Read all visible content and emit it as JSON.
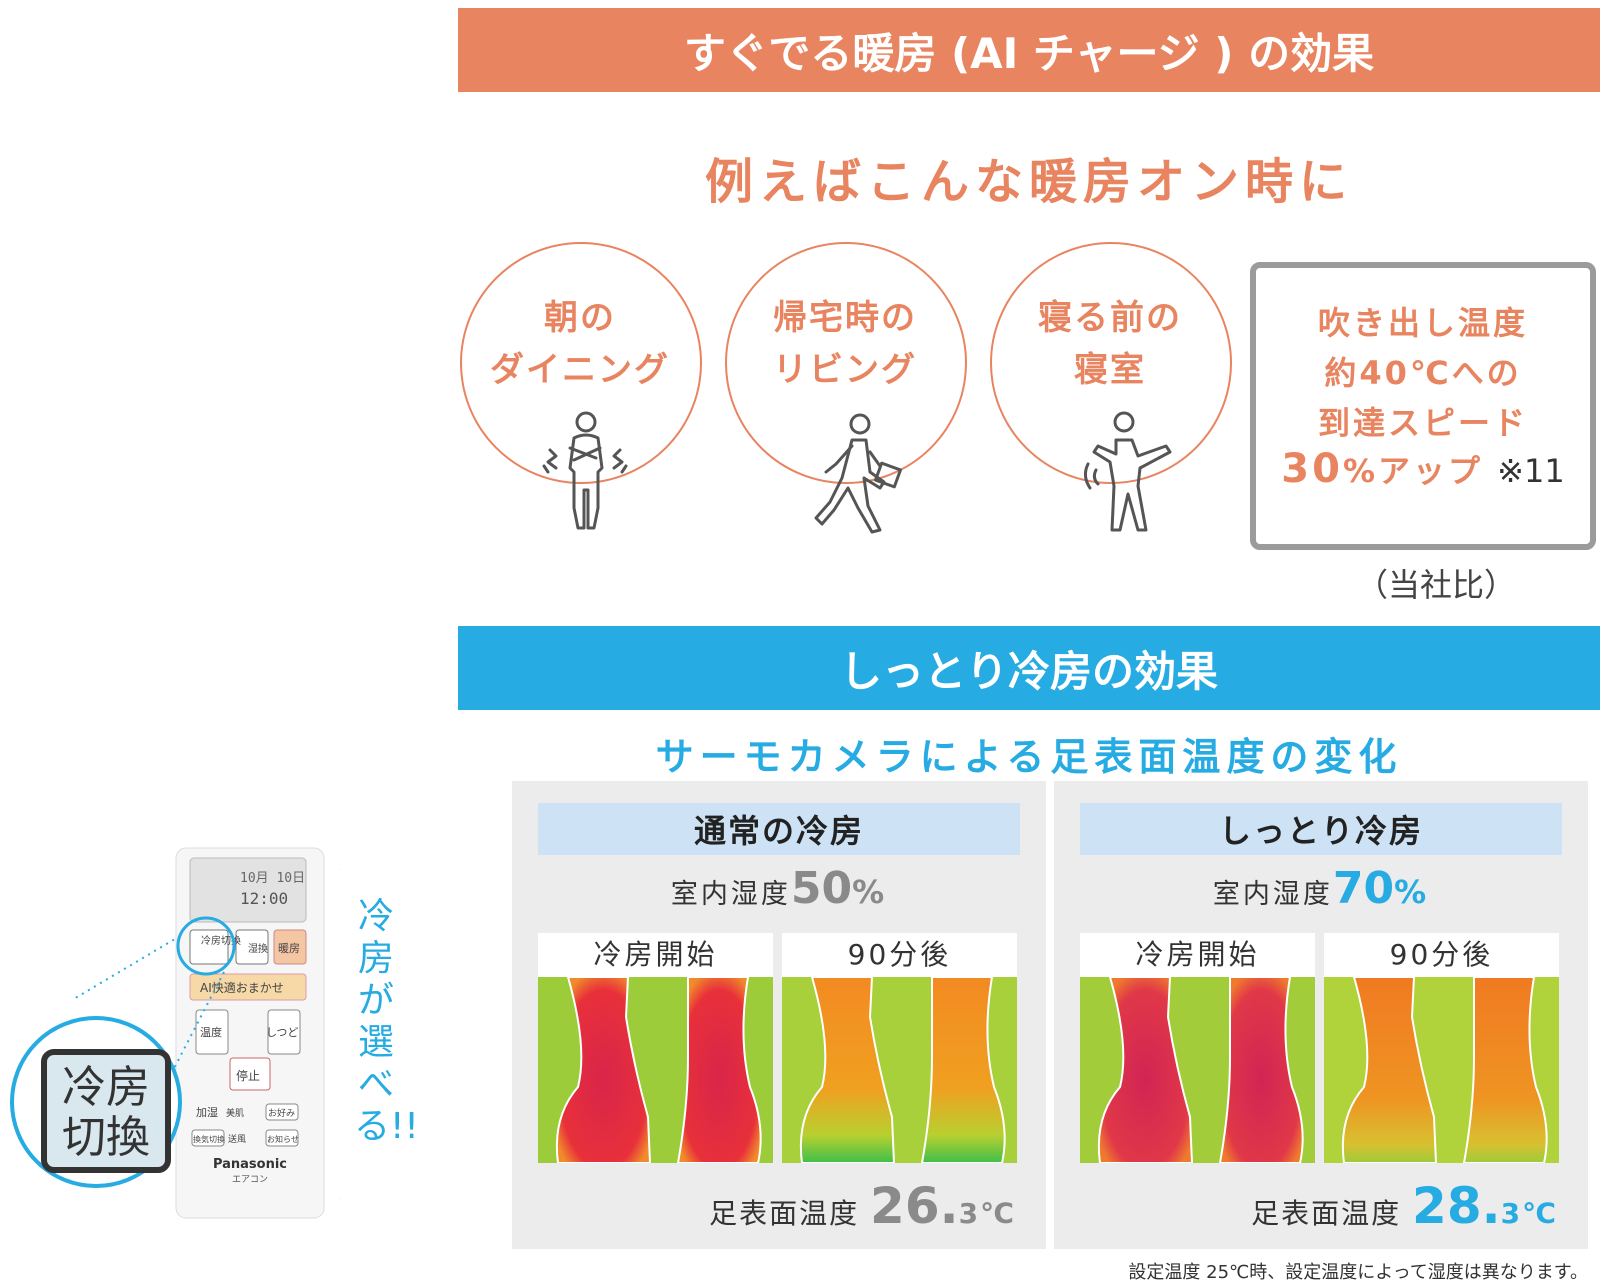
{
  "heating": {
    "banner": "すぐでる暖房 (AI チャージ ) の効果",
    "subtitle": "例えばこんな暖房オン時に",
    "scenes": [
      {
        "line1": "朝の",
        "line2": "ダイニング",
        "icon": "shivering-person-icon"
      },
      {
        "line1": "帰宅時の",
        "line2": "リビング",
        "icon": "walking-person-with-bag-icon"
      },
      {
        "line1": "寝る前の",
        "line2": "寝室",
        "icon": "waving-person-icon"
      }
    ],
    "result": {
      "line1": "吹き出し温度",
      "line2": "約40℃への",
      "line3": "到達スピード",
      "value": "30",
      "value_suffix": "%アップ",
      "footnote_mark": "※11"
    },
    "comparison_note": "（当社比）"
  },
  "cooling": {
    "banner": "しっとり冷房の効果",
    "subtitle": "サーモカメラによる足表面温度の変化",
    "panels": [
      {
        "title": "通常の冷房",
        "humidity_label": "室内湿度",
        "humidity_value": "50",
        "humidity_unit": "%",
        "humidity_color": "#8a8a8a",
        "start_label": "冷房開始",
        "after_label": "90分後",
        "foot_label": "足表面温度",
        "foot_value": "26.",
        "foot_decimal": "3",
        "foot_unit": "℃",
        "foot_color": "#8a8a8a"
      },
      {
        "title": "しっとり冷房",
        "humidity_label": "室内湿度",
        "humidity_value": "70",
        "humidity_unit": "%",
        "humidity_color": "#26abe2",
        "start_label": "冷房開始",
        "after_label": "90分後",
        "foot_label": "足表面温度",
        "foot_value": "28.",
        "foot_decimal": "3",
        "foot_unit": "℃",
        "foot_color": "#26abe2"
      }
    ],
    "footnote": "設定温度 25℃時、設定温度によって湿度は異なります。"
  },
  "remote": {
    "display_date": "10月 10日",
    "display_time": "12:00",
    "btn_cool_switch": "冷房切換",
    "btn_dehumid": "湿換",
    "btn_heat": "暖房",
    "btn_ai": "AI快適おまかせ",
    "btn_temp": "温度",
    "btn_humid": "しつど",
    "btn_stop": "停止",
    "btn_humidify": "加湿",
    "btn_skin": "美肌",
    "btn_timer": "お好み",
    "btn_vent": "換気切換",
    "btn_fan": "送風",
    "btn_notice": "お知らせ",
    "brand": "Panasonic",
    "model": "エアコン",
    "zoom_line1": "冷房",
    "zoom_line2": "切換",
    "callout": "冷房が選べる!!"
  },
  "colors": {
    "orange": "#e8845f",
    "blue": "#26abe2",
    "panel_head": "#cde3f5"
  }
}
